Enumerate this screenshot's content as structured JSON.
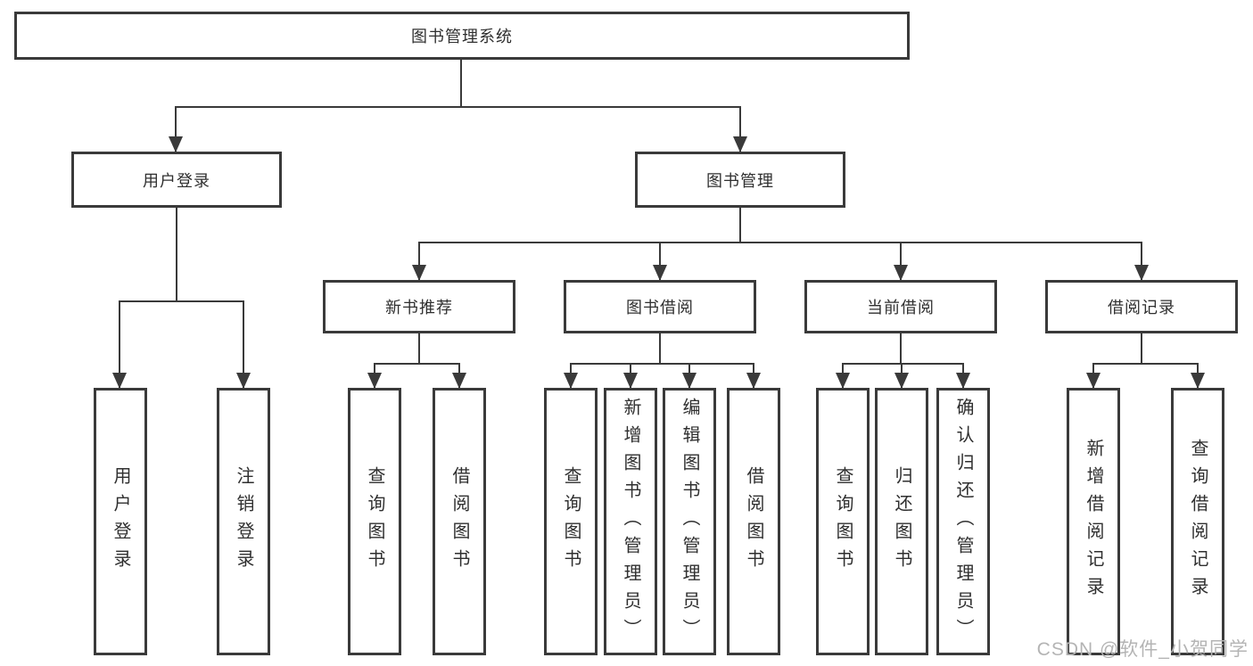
{
  "diagram": {
    "title": "图书管理系统",
    "level2": [
      "用户登录",
      "图书管理"
    ],
    "level3": [
      "新书推荐",
      "图书借阅",
      "当前借阅",
      "借阅记录"
    ],
    "leaves": [
      "用户登录",
      "注销登录",
      "查询图书",
      "借阅图书",
      "查询图书",
      "新增图书（管理员）",
      "编辑图书（管理员）",
      "借阅图书",
      "查询图书",
      "归还图书",
      "确认归还（管理员）",
      "新增借阅记录",
      "查询借阅记录"
    ]
  },
  "watermark": "CSDN @软件_小贺同学",
  "colors": {
    "line": "#3a3a3a",
    "text": "#2f2f2f",
    "watermark": "#b4b4b4",
    "background": "#ffffff"
  }
}
